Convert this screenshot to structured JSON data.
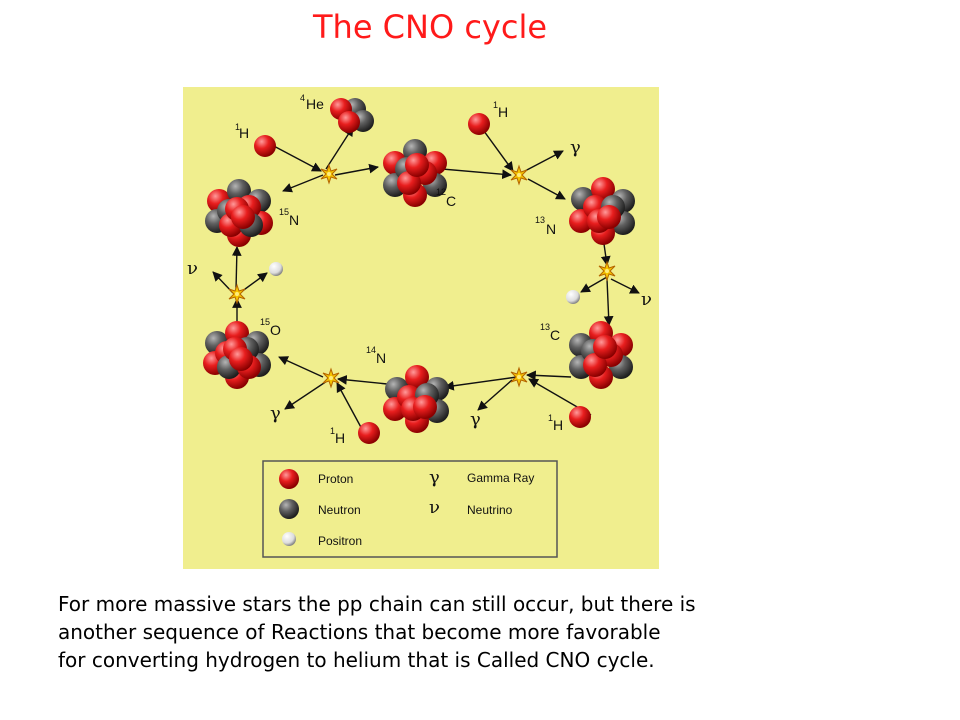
{
  "title": "The CNO cycle",
  "diagram": {
    "nuclei": {
      "he4": {
        "sup": "4",
        "sym": "He"
      },
      "h1_top": {
        "sup": "1",
        "sym": "H"
      },
      "h1_top_right": {
        "sup": "1",
        "sym": "H"
      },
      "n15": {
        "sup": "15",
        "sym": "N"
      },
      "c12": {
        "sup": "12",
        "sym": "C"
      },
      "n13": {
        "sup": "13",
        "sym": "N"
      },
      "o15": {
        "sup": "15",
        "sym": "O"
      },
      "n14": {
        "sup": "14",
        "sym": "N"
      },
      "c13": {
        "sup": "13",
        "sym": "C"
      },
      "h1_bottom": {
        "sup": "1",
        "sym": "H"
      },
      "h1_bottom_right": {
        "sup": "1",
        "sym": "H"
      }
    },
    "symbols": {
      "gamma": "γ",
      "nu": "ν"
    },
    "legend": {
      "proton": "Proton",
      "neutron": "Neutron",
      "positron": "Positron",
      "gamma_symbol": "γ",
      "gamma_label": "Gamma Ray",
      "nu_symbol": "ν",
      "nu_label": "Neutrino"
    },
    "colors": {
      "background": "#f0ee8e",
      "proton": "#e81e1e",
      "neutron": "#606060",
      "positron": "#e8e8e8",
      "title": "#ff1a1a"
    }
  },
  "caption": {
    "line1": "For more massive stars the pp chain can still occur, but there is",
    "line2": "another sequence of Reactions that become more favorable",
    "line3": "for converting hydrogen to helium that is Called CNO cycle."
  }
}
